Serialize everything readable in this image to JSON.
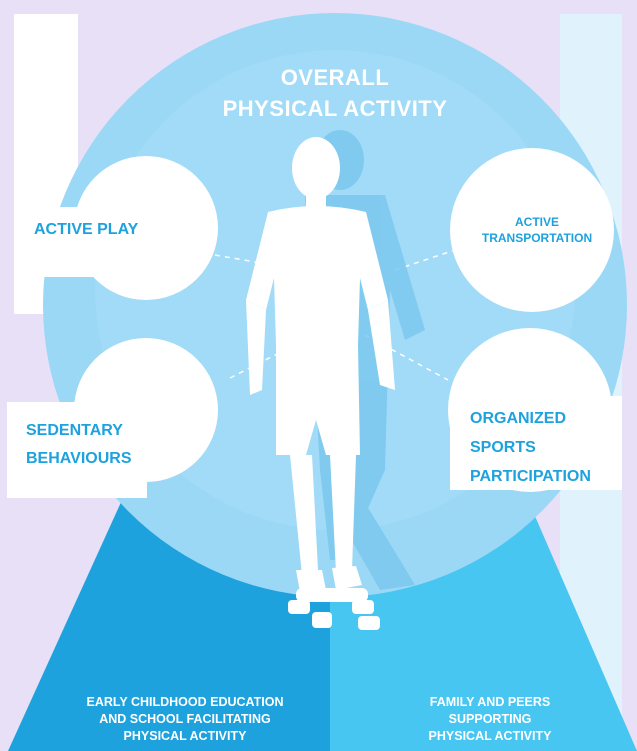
{
  "title": {
    "line1": "OVERALL",
    "line2": "PHYSICAL ACTIVITY"
  },
  "circles": {
    "active_play": "ACTIVE PLAY",
    "sedentary_line1": "SEDENTARY",
    "sedentary_line2": "BEHAVIOURS",
    "transport_line1": "ACTIVE",
    "transport_line2": "TRANSPORTATION",
    "organized_line1": "ORGANIZED",
    "organized_line2": "SPORTS",
    "organized_line3": "PARTICIPATION"
  },
  "bottom": {
    "left_line1": "EARLY CHILDHOOD EDUCATION",
    "left_line2": "AND SCHOOL FACILITATING",
    "left_line3": "PHYSICAL ACTIVITY",
    "right_line1": "FAMILY AND PEERS",
    "right_line2": "SUPPORTING",
    "right_line3": "PHYSICAL ACTIVITY"
  },
  "colors": {
    "background": "#e8e0f6",
    "big_circle": "#9bd8f6",
    "left_panel": "#1ea2de",
    "right_panel": "#48c6f2",
    "label_text": "#1ea2de"
  }
}
